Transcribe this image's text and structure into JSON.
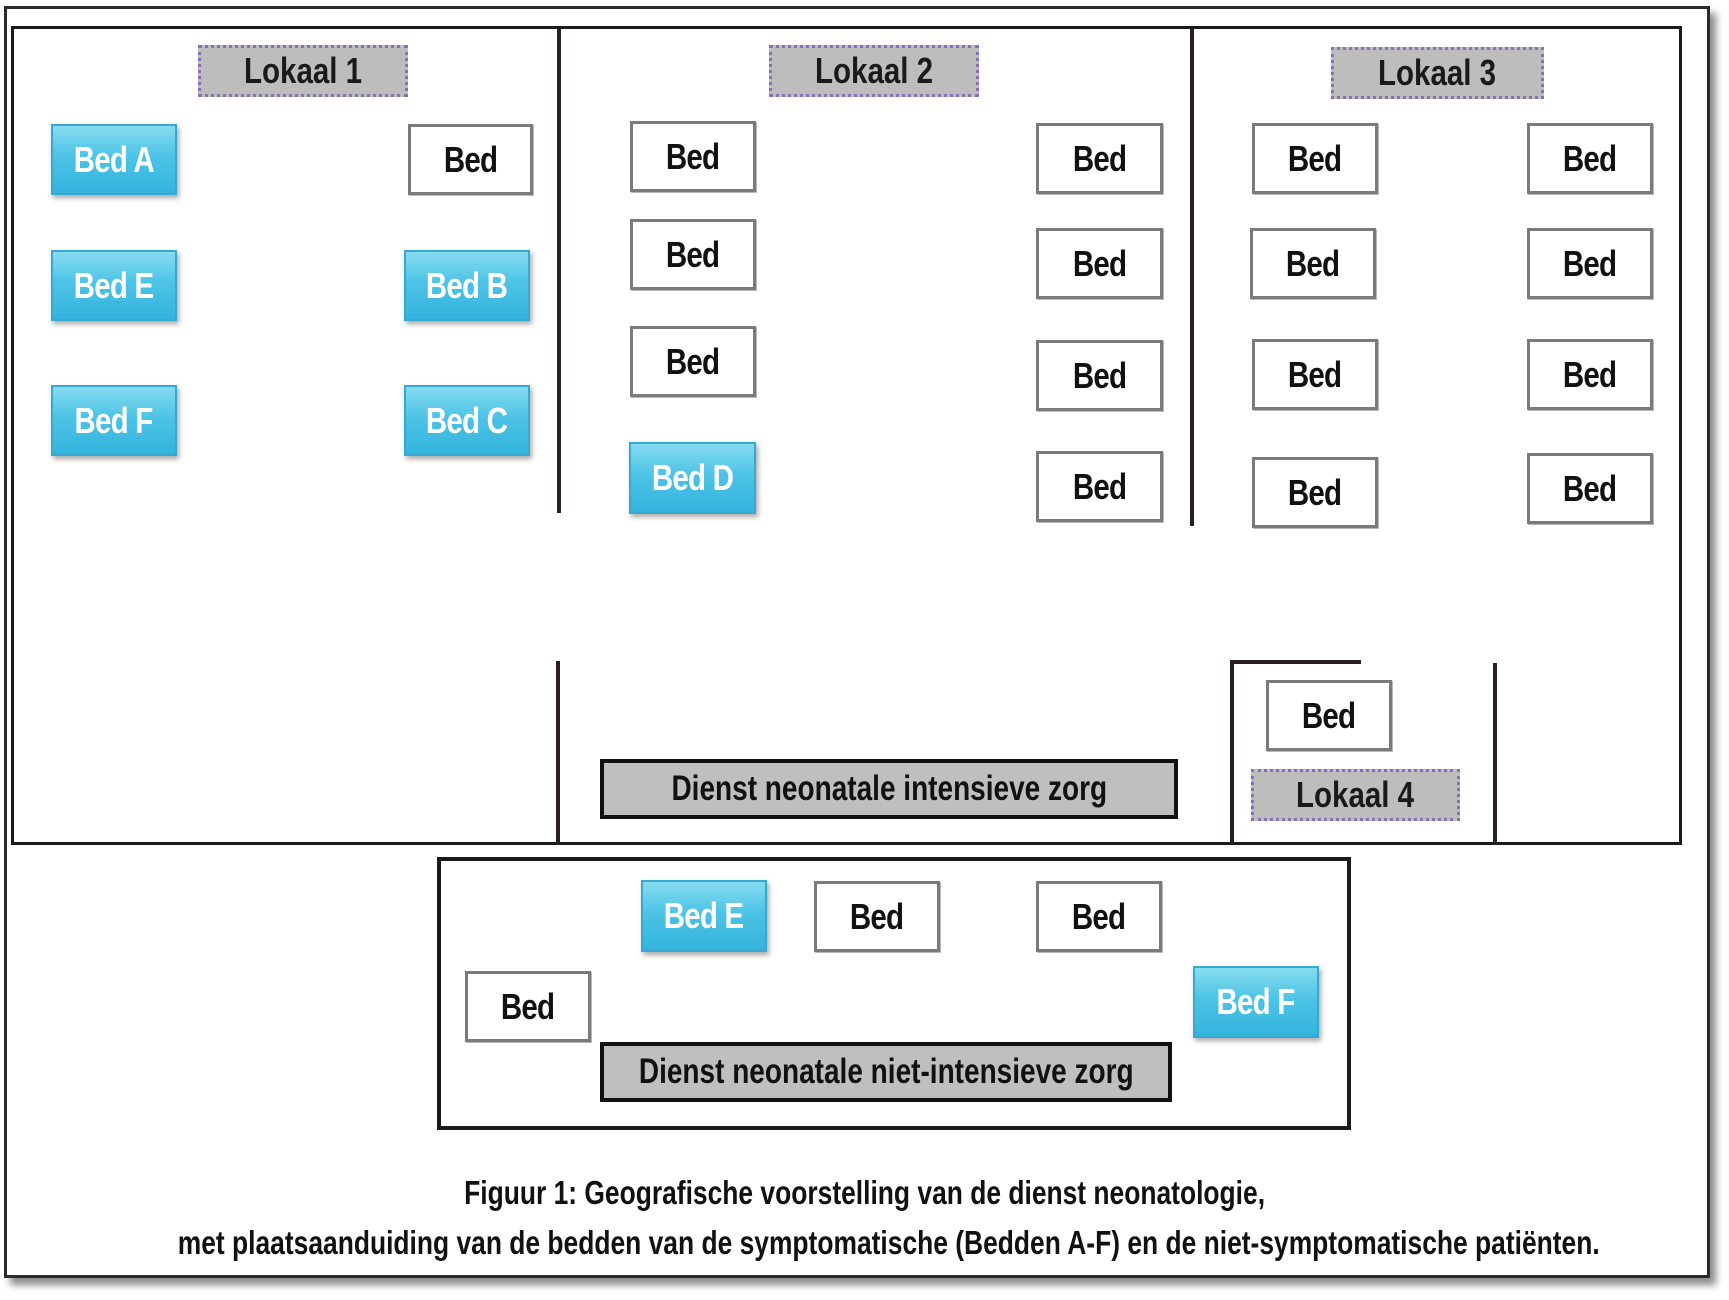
{
  "rooms": {
    "lokaal1": "Lokaal 1",
    "lokaal2": "Lokaal 2",
    "lokaal3": "Lokaal 3",
    "lokaal4": "Lokaal 4"
  },
  "departments": {
    "nicu": "Dienst neonatale intensieve zorg",
    "non_nicu": "Dienst neonatale niet-intensieve zorg"
  },
  "beds": {
    "generic": "Bed",
    "bed_a": "Bed A",
    "bed_b": "Bed B",
    "bed_c": "Bed C",
    "bed_d": "Bed D",
    "bed_e": "Bed E",
    "bed_f": "Bed F"
  },
  "caption": {
    "line1": "Figuur 1: Geografische voorstelling van de dienst neonatologie,",
    "line2": "met plaatsaanduiding van de bedden van de symptomatische (Bedden A-F) en de niet-symptomatische patiënten."
  },
  "colors": {
    "symptomatic_bed": "#4dc3e6",
    "plain_bed_border": "#7b7b7b",
    "label_fill": "#bdbdbd",
    "label_dots": "#8b6fb5"
  }
}
